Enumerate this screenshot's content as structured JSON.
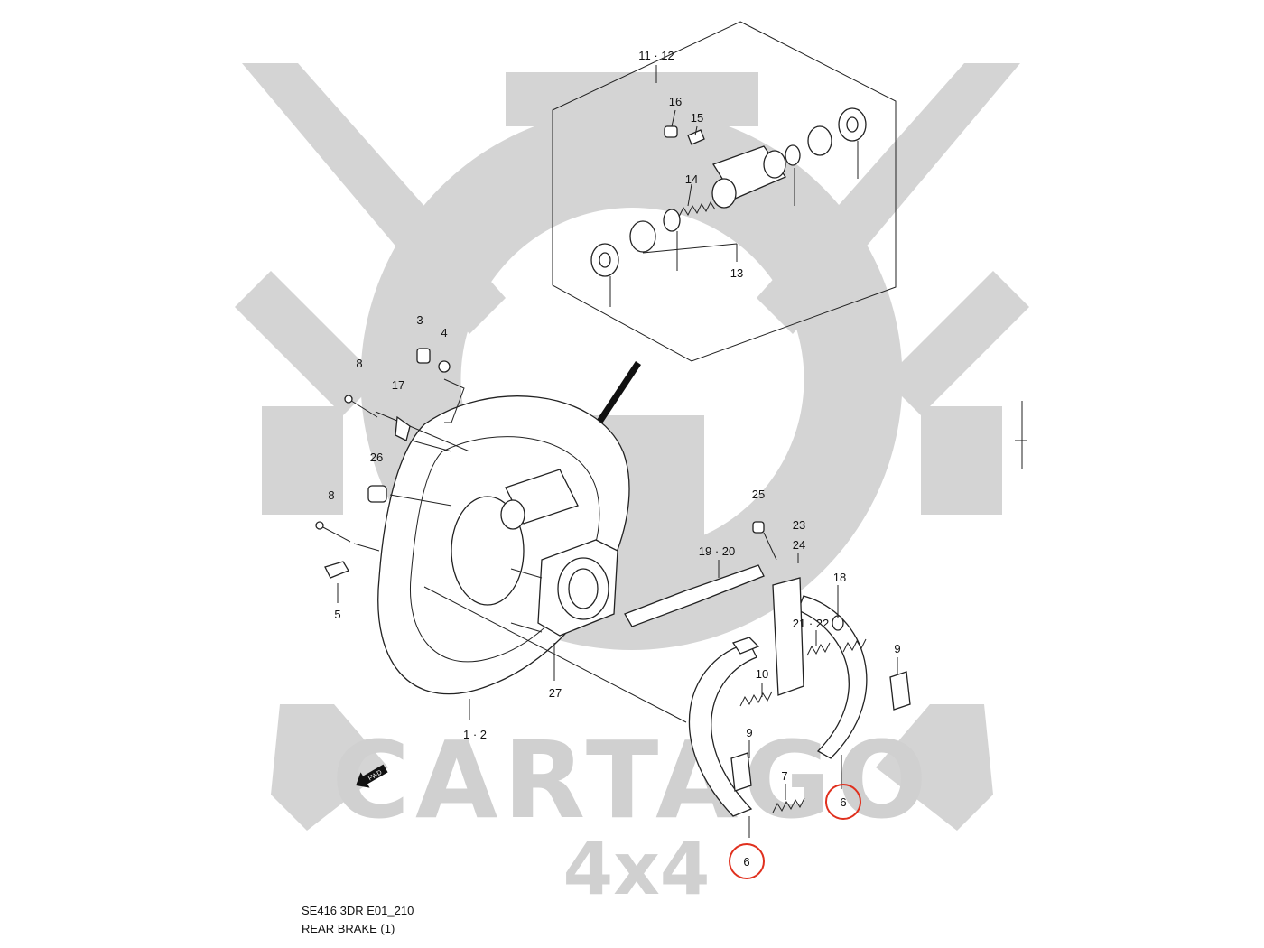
{
  "watermark": {
    "brand": "CARTAGO",
    "sub": "4x4"
  },
  "callouts": {
    "c11_12": "11 · 12",
    "c16": "16",
    "c15": "15",
    "c14": "14",
    "c13": "13",
    "c3": "3",
    "c4": "4",
    "c8a": "8",
    "c17": "17",
    "c26": "26",
    "c8b": "8",
    "c5": "5",
    "c1_2": "1 · 2",
    "c27": "27",
    "c25": "25",
    "c23": "23",
    "c24": "24",
    "c19_20": "19 · 20",
    "c18": "18",
    "c21_22": "21 · 22",
    "c9a": "9",
    "c10": "10",
    "c9b": "9",
    "c7": "7",
    "c6a": "6",
    "c6b": "6",
    "fwd": "FWD"
  },
  "highlight_color": "#e0301e",
  "caption": {
    "line1": "SE416 3DR E01_210",
    "line2": "REAR BRAKE (1)"
  }
}
